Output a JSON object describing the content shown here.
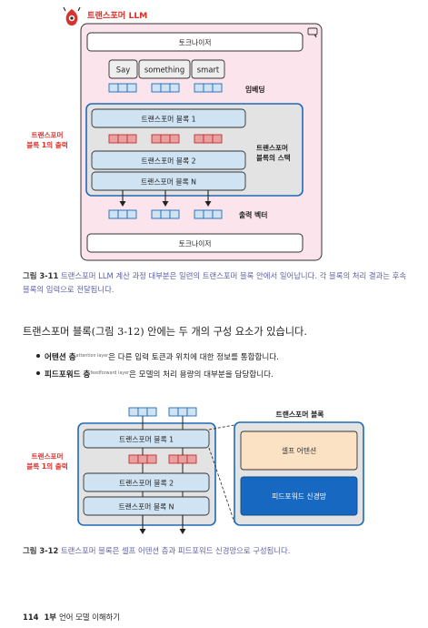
{
  "fig1": {
    "llm_label": "트랜스포머 LLM",
    "tokenizer_top": "토크나이저",
    "tokens": [
      "Say",
      "something",
      "smart"
    ],
    "embedding_label": "임베딩",
    "block1": "트랜스포머 블록 1",
    "block2": "트랜스포머 블록 2",
    "blockN": "트랜스포머 블록 N",
    "stack_label": "트랜스포머 블록의 스택",
    "left_label": "트랜스포머 블록 1의 출력",
    "output_label": "출력 벡터",
    "tokenizer_bottom": "토크나이저",
    "caption_num": "그림 3-11",
    "caption_text": "트랜스포머 LLM 계산 과정 대부분은 일련의 트랜스포머 블록 안에서 일어납니다. 각 블록의 처리 결과는 후속 블록의 입력으로 전달됩니다."
  },
  "body": {
    "paragraph": "트랜스포머 블록(그림 3-12) 안에는 두 개의 구성 요소가 있습니다.",
    "bullets": [
      {
        "term": "어텐션 층",
        "sup": "attention layer",
        "rest": "은 다른 입력 토큰과 위치에 대한 정보를 통합합니다."
      },
      {
        "term": "피드포워드 층",
        "sup": "feedforward layer",
        "rest": "은 모델의 처리 용량의 대부분을 담당합니다."
      }
    ]
  },
  "fig2": {
    "title": "트랜스포머 블록",
    "block1": "트랜스포머 블록 1",
    "block2": "트랜스포머 블록 2",
    "blockN": "트랜스포머 블록 N",
    "left_label": "트랜스포머 블록 1의 출력",
    "self_attention": "셀프 어텐션",
    "ffn": "피드포워드 신경망",
    "caption_num": "그림 3-12",
    "caption_text": "트랜스포머 블록은 셀프 어텐션 층과 피드포워드 신경망으로 구성됩니다."
  },
  "footer": {
    "page": "114",
    "part": "1부",
    "title": "언어 모델 이해하기"
  },
  "colors": {
    "pink_bg": "#fbe4ec",
    "block_fill": "#cfe3f3",
    "accent_blue": "#1e6bb8",
    "stack_bg": "#e3e3e3",
    "red_label": "#d9322c",
    "red_vec": "#e8a0a0",
    "ffn_fill": "#1668c0",
    "self_attn_fill": "#fbe2c4"
  }
}
